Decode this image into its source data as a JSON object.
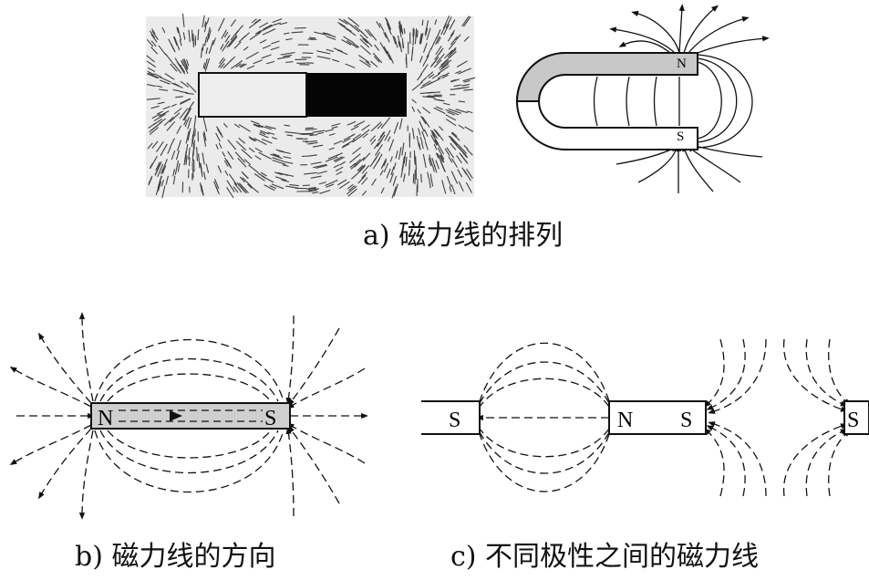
{
  "captions": {
    "a": "a) 磁力线的排列",
    "b": "b) 磁力线的方向",
    "c": "c) 不同极性之间的磁力线"
  },
  "labels": {
    "horseshoe_n": "N",
    "horseshoe_s": "S",
    "bar_b_n": "N",
    "bar_b_s": "S",
    "c_left_s": "S",
    "c_mid_n": "N",
    "c_mid_s": "S",
    "c_right_s": "S"
  }
}
